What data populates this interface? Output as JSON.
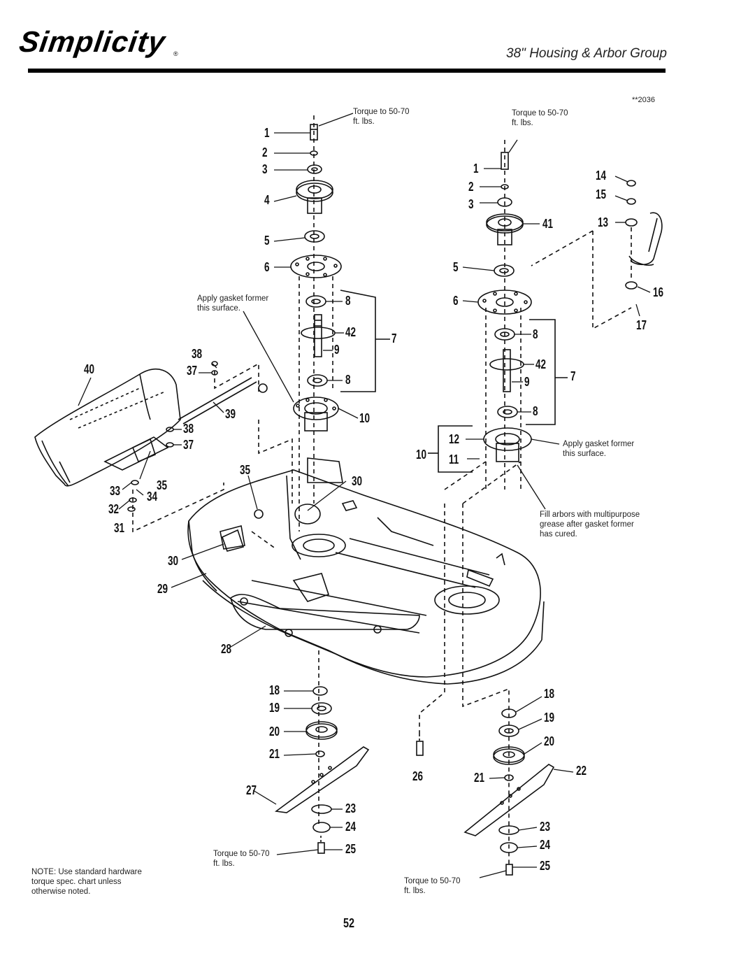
{
  "header": {
    "brand": "Simplicity",
    "brand_mark": "®",
    "title": "38\" Housing & Arbor Group",
    "figure_code": "**2036"
  },
  "callouts": {
    "torque_top_left": [
      "Torque to 50-70",
      "ft. lbs."
    ],
    "torque_top_right": [
      "Torque to 50-70",
      "ft. lbs."
    ],
    "gasket_left": [
      "Apply gasket former",
      "this surface."
    ],
    "gasket_right": [
      "Apply gasket former",
      "this surface."
    ],
    "fill_arbors": [
      "Fill arbors with multipurpose",
      "grease after gasket former",
      "has cured."
    ],
    "torque_bottom_left": [
      "Torque to 50-70",
      "ft. lbs."
    ],
    "torque_bottom_right": [
      "Torque to 50-70",
      "ft. lbs."
    ],
    "note": [
      "NOTE: Use standard hardware",
      "torque spec. chart unless",
      "otherwise noted."
    ]
  },
  "part_numbers": {
    "p1a": "1",
    "p2a": "2",
    "p3a": "3",
    "p4": "4",
    "p5a": "5",
    "p6a": "6",
    "p8a": "8",
    "p42a": "42",
    "p9a": "9",
    "p7a": "7",
    "p8b": "8",
    "p10a": "10",
    "p38a": "38",
    "p37a": "37",
    "p40": "40",
    "p39": "39",
    "p38b": "38",
    "p37b": "37",
    "p35a": "35",
    "p33": "33",
    "p34": "34",
    "p32": "32",
    "p31": "31",
    "p35b": "35",
    "p30a": "30",
    "p30b": "30",
    "p29": "29",
    "p28": "28",
    "p1b": "1",
    "p2b": "2",
    "p3b": "3",
    "p41": "41",
    "p5b": "5",
    "p6b": "6",
    "p14": "14",
    "p15": "15",
    "p13": "13",
    "p16": "16",
    "p17": "17",
    "p8c": "8",
    "p42b": "42",
    "p9b": "9",
    "p7b": "7",
    "p8d": "8",
    "p12": "12",
    "p10b": "10",
    "p11": "11",
    "p18a": "18",
    "p19a": "19",
    "p20a": "20",
    "p21a": "21",
    "p27": "27",
    "p23a": "23",
    "p24a": "24",
    "p25a": "25",
    "p26": "26",
    "p18b": "18",
    "p19b": "19",
    "p20b": "20",
    "p21b": "21",
    "p22": "22",
    "p23b": "23",
    "p24b": "24",
    "p25b": "25"
  },
  "page_number": "52"
}
